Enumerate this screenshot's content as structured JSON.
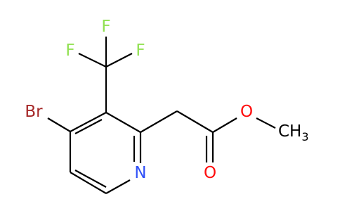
{
  "colors": {
    "carbon_bond": "#000000",
    "fluorine": "#90e050",
    "bromine": "#a62929",
    "nitrogen": "#3050f8",
    "oxygen": "#ff0d0d"
  },
  "atoms": {
    "f_top": "F",
    "f_left": "F",
    "f_right": "F",
    "br": "Br",
    "n": "N",
    "o_ester": "O",
    "o_carbonyl": "O",
    "ch3": "CH",
    "ch3_sub": "3"
  }
}
